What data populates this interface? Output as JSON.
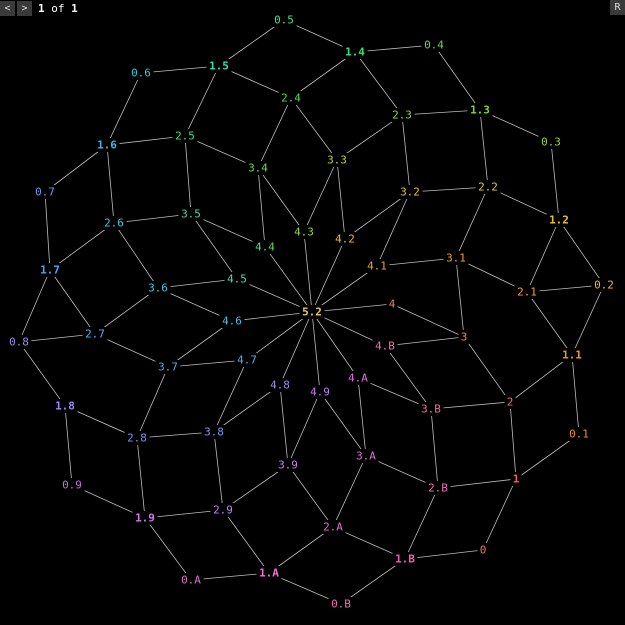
{
  "toolbar": {
    "prev_label": "<",
    "next_label": ">",
    "page_current": "1",
    "page_of": "of",
    "page_total": "1",
    "right_label": "R"
  },
  "diagram": {
    "nodes": [
      {
        "id": "0.5",
        "label": "0.5",
        "level": 0,
        "color": "#3fe39a"
      },
      {
        "id": "1.4",
        "label": "1.4",
        "level": 1,
        "color": "#33e07a"
      },
      {
        "id": "0.4",
        "label": "0.4",
        "level": 0,
        "color": "#63d84f"
      },
      {
        "id": "1.5",
        "label": "1.5",
        "level": 1,
        "color": "#2fe0b0"
      },
      {
        "id": "0.6",
        "label": "0.6",
        "level": 0,
        "color": "#33c8d8"
      },
      {
        "id": "2.4",
        "label": "2.4",
        "level": 2,
        "color": "#4cdc58"
      },
      {
        "id": "2.3",
        "label": "2.3",
        "level": 2,
        "color": "#8ed63a"
      },
      {
        "id": "1.3",
        "label": "1.3",
        "level": 1,
        "color": "#7ed83a"
      },
      {
        "id": "0.3",
        "label": "0.3",
        "level": 0,
        "color": "#9ed43a"
      },
      {
        "id": "1.6",
        "label": "1.6",
        "level": 1,
        "color": "#3fb8e8"
      },
      {
        "id": "2.5",
        "label": "2.5",
        "level": 2,
        "color": "#3fdc98"
      },
      {
        "id": "3.3",
        "label": "3.3",
        "level": 3,
        "color": "#bcd438"
      },
      {
        "id": "3.4",
        "label": "3.4",
        "level": 3,
        "color": "#6cd848"
      },
      {
        "id": "0.7",
        "label": "0.7",
        "level": 0,
        "color": "#6a9cf0"
      },
      {
        "id": "3.2",
        "label": "3.2",
        "level": 3,
        "color": "#e4c438"
      },
      {
        "id": "2.2",
        "label": "2.2",
        "level": 2,
        "color": "#d8cc38"
      },
      {
        "id": "1.2",
        "label": "1.2",
        "level": 1,
        "color": "#ecc430"
      },
      {
        "id": "2.6",
        "label": "2.6",
        "level": 2,
        "color": "#3fc8e0"
      },
      {
        "id": "3.5",
        "label": "3.5",
        "level": 3,
        "color": "#4cdca0"
      },
      {
        "id": "4.3",
        "label": "4.3",
        "level": 4,
        "color": "#9cd43a"
      },
      {
        "id": "4.2",
        "label": "4.2",
        "level": 4,
        "color": "#f0b838"
      },
      {
        "id": "4.4",
        "label": "4.4",
        "level": 4,
        "color": "#5cd860"
      },
      {
        "id": "1.7",
        "label": "1.7",
        "level": 1,
        "color": "#48a8f0"
      },
      {
        "id": "4.1",
        "label": "4.1",
        "level": 4,
        "color": "#f4a030"
      },
      {
        "id": "3.1",
        "label": "3.1",
        "level": 3,
        "color": "#f4a030"
      },
      {
        "id": "4.5",
        "label": "4.5",
        "level": 4,
        "color": "#48dcb8"
      },
      {
        "id": "3.6",
        "label": "3.6",
        "level": 3,
        "color": "#48c8e8"
      },
      {
        "id": "2.1",
        "label": "2.1",
        "level": 2,
        "color": "#f4a030"
      },
      {
        "id": "0.2",
        "label": "0.2",
        "level": 0,
        "color": "#f0b838"
      },
      {
        "id": "4",
        "label": "4",
        "level": 4,
        "color": "#f47a70"
      },
      {
        "id": "5.2",
        "label": "5.2",
        "level": 5,
        "color": "#f0c858"
      },
      {
        "id": "4.6",
        "label": "4.6",
        "level": 4,
        "color": "#48c0e8"
      },
      {
        "id": "2.7",
        "label": "2.7",
        "level": 2,
        "color": "#4cb8f0"
      },
      {
        "id": "0.8",
        "label": "0.8",
        "level": 0,
        "color": "#9a8cf0"
      },
      {
        "id": "3",
        "label": "3",
        "level": 3,
        "color": "#f48860"
      },
      {
        "id": "4.B",
        "label": "4.B",
        "level": 4,
        "color": "#f070a8"
      },
      {
        "id": "1.1",
        "label": "1.1",
        "level": 1,
        "color": "#f49430"
      },
      {
        "id": "3.7",
        "label": "3.7",
        "level": 3,
        "color": "#58a8f0"
      },
      {
        "id": "4.7",
        "label": "4.7",
        "level": 4,
        "color": "#58a8f0"
      },
      {
        "id": "4.A",
        "label": "4.A",
        "level": 4,
        "color": "#e070e0"
      },
      {
        "id": "4.8",
        "label": "4.8",
        "level": 4,
        "color": "#9a8cf0"
      },
      {
        "id": "4.9",
        "label": "4.9",
        "level": 4,
        "color": "#c080f0"
      },
      {
        "id": "1.8",
        "label": "1.8",
        "level": 1,
        "color": "#9a8cf0"
      },
      {
        "id": "3.B",
        "label": "3.B",
        "level": 3,
        "color": "#f070a0"
      },
      {
        "id": "2",
        "label": "2",
        "level": 2,
        "color": "#f46a78"
      },
      {
        "id": "0.1",
        "label": "0.1",
        "level": 0,
        "color": "#f48a30"
      },
      {
        "id": "2.8",
        "label": "2.8",
        "level": 2,
        "color": "#7894f0"
      },
      {
        "id": "3.8",
        "label": "3.8",
        "level": 3,
        "color": "#7a98f0"
      },
      {
        "id": "3.9",
        "label": "3.9",
        "level": 3,
        "color": "#c484f0"
      },
      {
        "id": "3.A",
        "label": "3.A",
        "level": 3,
        "color": "#e070e0"
      },
      {
        "id": "2.B",
        "label": "2.B",
        "level": 2,
        "color": "#f070b8"
      },
      {
        "id": "1",
        "label": "1",
        "level": 1,
        "color": "#f45a6a"
      },
      {
        "id": "0.9",
        "label": "0.9",
        "level": 0,
        "color": "#c870d8"
      },
      {
        "id": "1.9",
        "label": "1.9",
        "level": 1,
        "color": "#d478f0"
      },
      {
        "id": "2.9",
        "label": "2.9",
        "level": 2,
        "color": "#c484f0"
      },
      {
        "id": "2.A",
        "label": "2.A",
        "level": 2,
        "color": "#e070d0"
      },
      {
        "id": "0",
        "label": "0",
        "level": 0,
        "color": "#f46a78"
      },
      {
        "id": "1.B",
        "label": "1.B",
        "level": 1,
        "color": "#f060b8"
      },
      {
        "id": "1.A",
        "label": "1.A",
        "level": 1,
        "color": "#f070d8"
      },
      {
        "id": "0.A",
        "label": "0.A",
        "level": 0,
        "color": "#e070c8"
      },
      {
        "id": "0.B",
        "label": "0.B",
        "level": 0,
        "color": "#f070b0"
      }
    ],
    "edges": [
      [
        "0.5",
        "1.5"
      ],
      [
        "0.5",
        "1.4"
      ],
      [
        "1.4",
        "0.4"
      ],
      [
        "1.4",
        "2.4"
      ],
      [
        "1.4",
        "2.3"
      ],
      [
        "0.4",
        "1.3"
      ],
      [
        "1.5",
        "0.6"
      ],
      [
        "1.5",
        "2.4"
      ],
      [
        "1.5",
        "2.5"
      ],
      [
        "0.6",
        "1.6"
      ],
      [
        "2.4",
        "3.4"
      ],
      [
        "2.4",
        "3.3"
      ],
      [
        "2.3",
        "1.3"
      ],
      [
        "2.3",
        "3.3"
      ],
      [
        "2.3",
        "3.2"
      ],
      [
        "1.3",
        "0.3"
      ],
      [
        "1.3",
        "2.2"
      ],
      [
        "0.3",
        "1.2"
      ],
      [
        "1.6",
        "2.5"
      ],
      [
        "1.6",
        "0.7"
      ],
      [
        "1.6",
        "2.6"
      ],
      [
        "2.5",
        "3.4"
      ],
      [
        "2.5",
        "3.5"
      ],
      [
        "3.3",
        "4.3"
      ],
      [
        "3.3",
        "4.2"
      ],
      [
        "3.4",
        "4.3"
      ],
      [
        "3.4",
        "4.4"
      ],
      [
        "0.7",
        "1.7"
      ],
      [
        "3.2",
        "2.2"
      ],
      [
        "3.2",
        "4.2"
      ],
      [
        "3.2",
        "4.1"
      ],
      [
        "2.2",
        "1.2"
      ],
      [
        "2.2",
        "3.1"
      ],
      [
        "1.2",
        "0.2"
      ],
      [
        "1.2",
        "2.1"
      ],
      [
        "2.6",
        "3.5"
      ],
      [
        "2.6",
        "1.7"
      ],
      [
        "2.6",
        "3.6"
      ],
      [
        "3.5",
        "4.4"
      ],
      [
        "3.5",
        "4.5"
      ],
      [
        "1.7",
        "0.8"
      ],
      [
        "1.7",
        "2.7"
      ],
      [
        "4.1",
        "3.1"
      ],
      [
        "3.1",
        "2.1"
      ],
      [
        "3.1",
        "3"
      ],
      [
        "2.1",
        "0.2"
      ],
      [
        "2.1",
        "1.1"
      ],
      [
        "0.2",
        "1.1"
      ],
      [
        "4",
        "3"
      ],
      [
        "3.6",
        "4.5"
      ],
      [
        "3.6",
        "2.7"
      ],
      [
        "3.6",
        "4.6"
      ],
      [
        "2.7",
        "0.8"
      ],
      [
        "2.7",
        "3.7"
      ],
      [
        "0.8",
        "1.8"
      ],
      [
        "3",
        "2"
      ],
      [
        "1.1",
        "2"
      ],
      [
        "1.1",
        "0.1"
      ],
      [
        "4.6",
        "3.7"
      ],
      [
        "4.7",
        "3.7"
      ],
      [
        "4.7",
        "3.8"
      ],
      [
        "3.7",
        "2.8"
      ],
      [
        "4.8",
        "3.8"
      ],
      [
        "4.8",
        "3.9"
      ],
      [
        "4.9",
        "3.9"
      ],
      [
        "4.9",
        "3.A"
      ],
      [
        "4.A",
        "3.A"
      ],
      [
        "4.A",
        "3.B"
      ],
      [
        "4.B",
        "3.B"
      ],
      [
        "4.B",
        "3"
      ],
      [
        "1.8",
        "2.8"
      ],
      [
        "1.8",
        "0.9"
      ],
      [
        "3.B",
        "2"
      ],
      [
        "3.B",
        "2.B"
      ],
      [
        "2",
        "1"
      ],
      [
        "0.1",
        "1"
      ],
      [
        "2.8",
        "3.8"
      ],
      [
        "2.8",
        "1.9"
      ],
      [
        "3.8",
        "2.9"
      ],
      [
        "3.9",
        "2.9"
      ],
      [
        "3.9",
        "2.A"
      ],
      [
        "3.A",
        "2.A"
      ],
      [
        "3.A",
        "2.B"
      ],
      [
        "2.B",
        "1"
      ],
      [
        "2.B",
        "1.B"
      ],
      [
        "1",
        "0"
      ],
      [
        "0.9",
        "1.9"
      ],
      [
        "1.9",
        "2.9"
      ],
      [
        "1.9",
        "0.A"
      ],
      [
        "2.9",
        "1.A"
      ],
      [
        "2.A",
        "1.A"
      ],
      [
        "2.A",
        "1.B"
      ],
      [
        "1.B",
        "0"
      ],
      [
        "1.B",
        "0.B"
      ],
      [
        "1.A",
        "0.A"
      ],
      [
        "1.A",
        "0.B"
      ],
      [
        "5.2",
        "4.3"
      ],
      [
        "5.2",
        "4.2"
      ],
      [
        "5.2",
        "4.4"
      ],
      [
        "5.2",
        "4.1"
      ],
      [
        "5.2",
        "4.5"
      ],
      [
        "5.2",
        "4"
      ],
      [
        "5.2",
        "4.6"
      ],
      [
        "5.2",
        "4.B"
      ],
      [
        "5.2",
        "4.7"
      ],
      [
        "5.2",
        "4.A"
      ],
      [
        "5.2",
        "4.8"
      ],
      [
        "5.2",
        "4.9"
      ]
    ]
  }
}
